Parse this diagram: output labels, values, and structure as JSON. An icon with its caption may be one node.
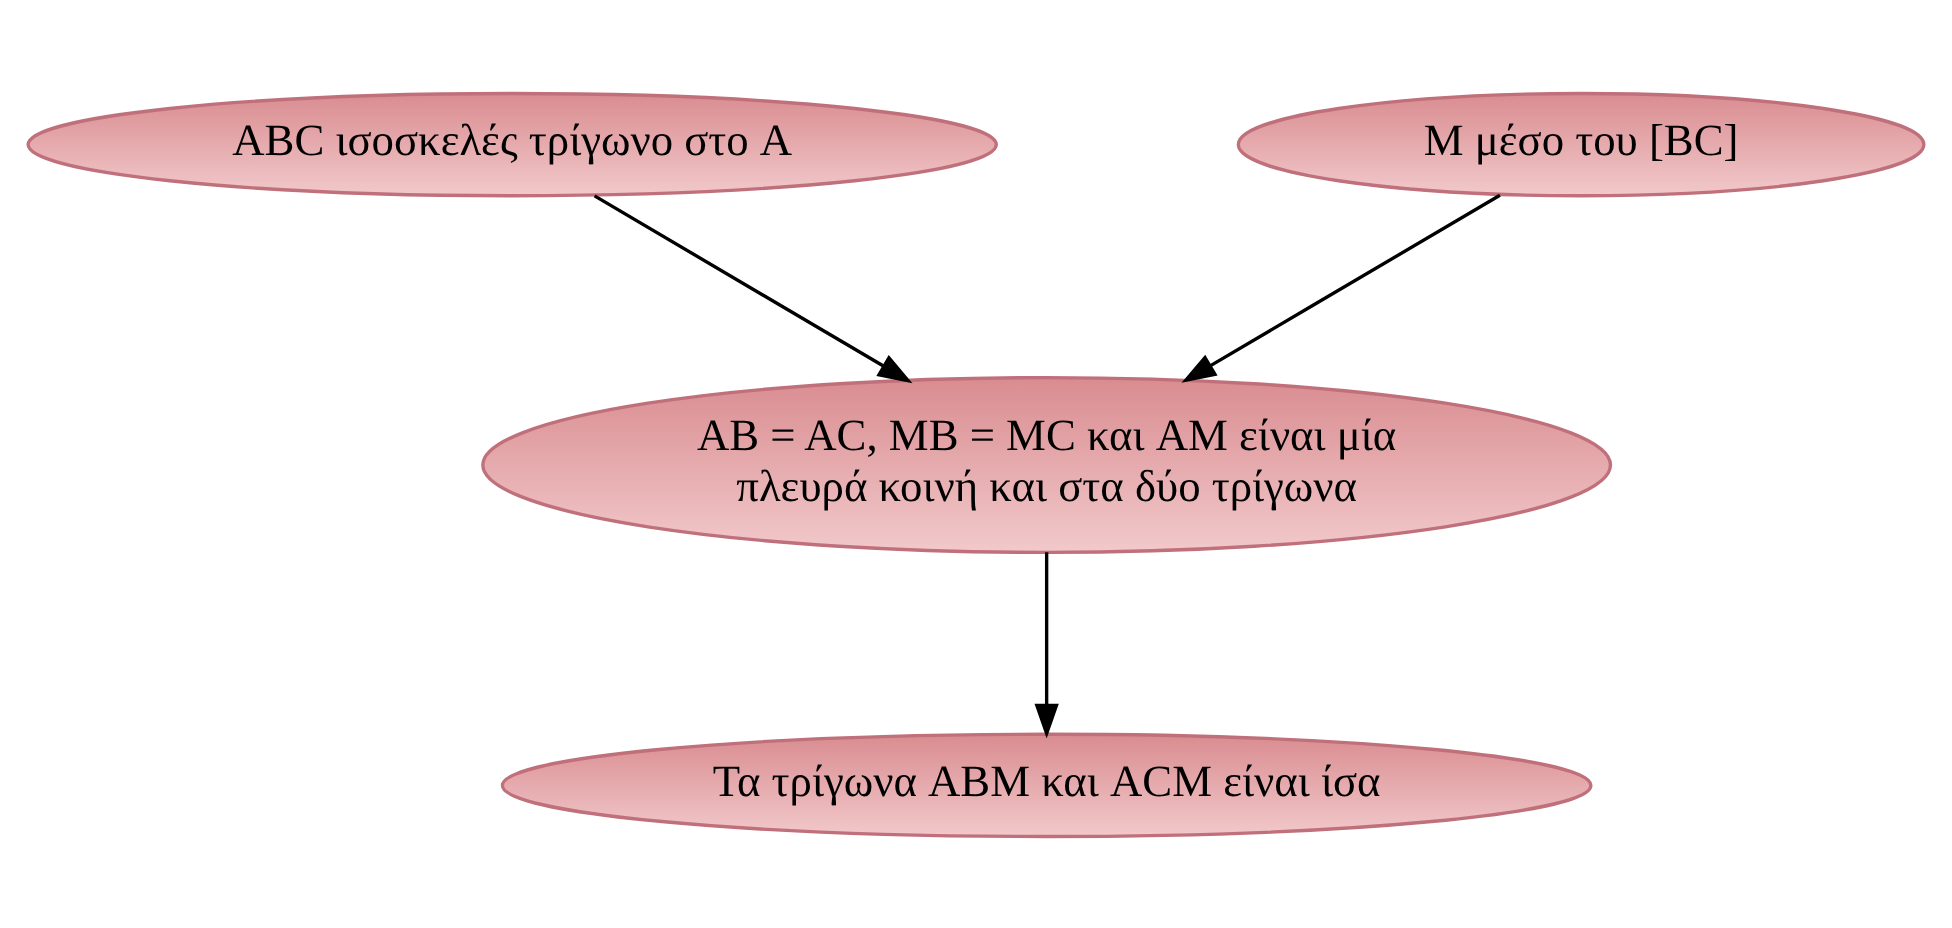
{
  "diagram": {
    "nodes": [
      {
        "text": [
          "ABC ισοσκελές τρίγωνο στο A"
        ]
      },
      {
        "text": [
          "M μέσο του [BC]"
        ]
      },
      {
        "text": [
          "AB = AC, MB = MC και AM είναι μία πλευρά κοινή και στα δύο τρίγωνα"
        ]
      },
      {
        "text": [
          "Τα τρίγωνα ABM και ACM είναι ίσα"
        ]
      }
    ],
    "edges": [
      {
        "from": 0,
        "to": 2,
        "arrow": "to"
      },
      {
        "from": 1,
        "to": 2,
        "arrow": "to"
      },
      {
        "from": 2,
        "to": 3,
        "arrow": "to"
      }
    ]
  }
}
